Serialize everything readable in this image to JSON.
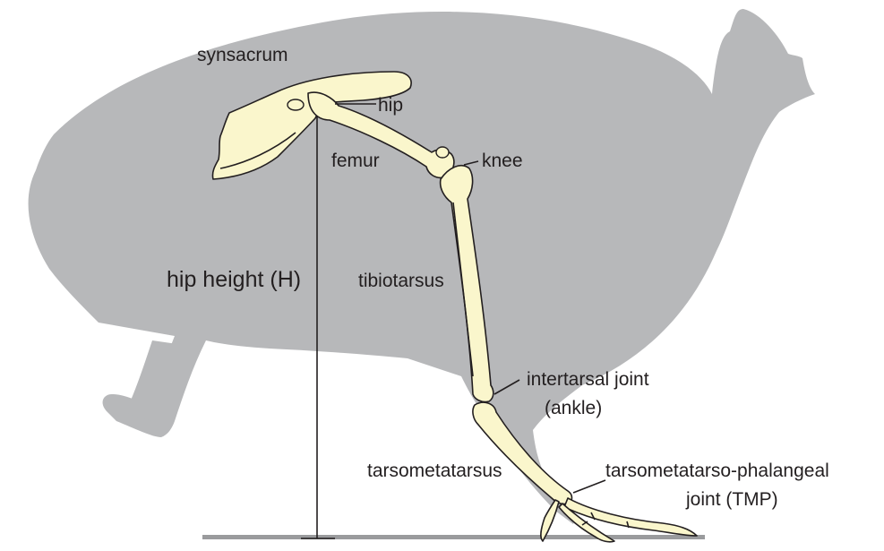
{
  "labels": {
    "synsacrum": "synsacrum",
    "hip": "hip",
    "femur": "femur",
    "knee": "knee",
    "hip_height": "hip height (H)",
    "tibiotarsus": "tibiotarsus",
    "intertarsal_line1": "intertarsal joint",
    "intertarsal_line2": "(ankle)",
    "tarsometatarsus": "tarsometatarsus",
    "tmp_line1": "tarsometatarso-phalangeal",
    "tmp_line2": "joint (TMP)"
  },
  "colors": {
    "silhouette": "#b7b8ba",
    "bone_fill": "#faf6cc",
    "ink": "#231f20",
    "ground": "#9a9b9d"
  }
}
